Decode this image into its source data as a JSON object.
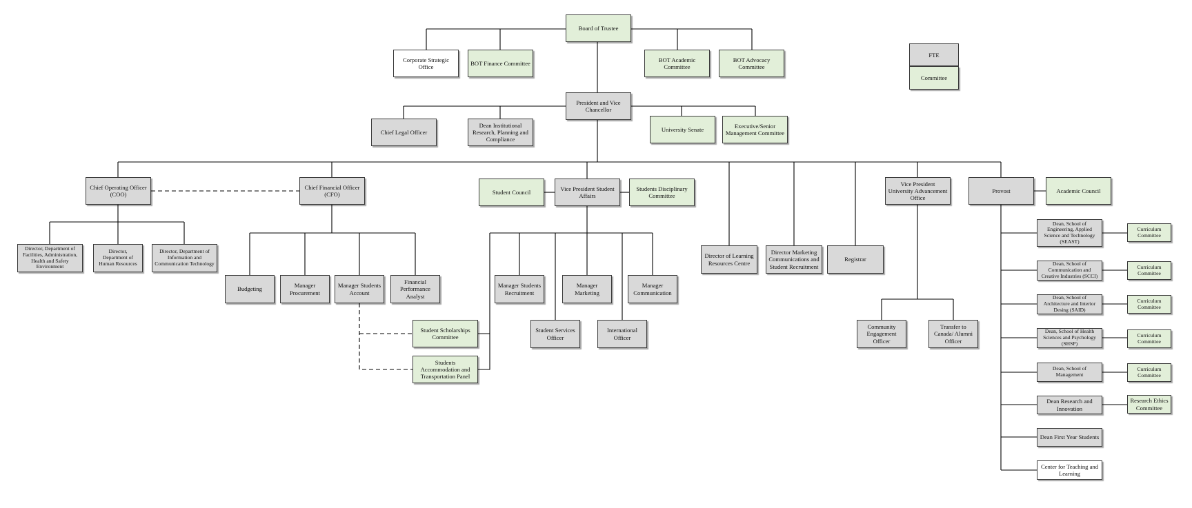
{
  "colors": {
    "gray": "#d9d9d9",
    "green": "#e2efd9",
    "white": "#ffffff",
    "line": "#000000"
  },
  "nodes": {
    "board": "Board of Trustee",
    "corporate_strategic_office": "Corporate Strategic Office",
    "bot_finance": "BOT Finance Committee",
    "bot_academic": "BOT Academic Committee",
    "bot_advocacy": "BOT Advocacy Committee",
    "president": "President and Vice Chancellor",
    "chief_legal": "Chief Legal Officer",
    "dean_institutional": "Dean Institutional Research, Planning and Compliance",
    "university_senate": "University Senate",
    "exec_senior": "Executive/Senior Management Committee",
    "coo": "Chief Operating Officer (COO)",
    "cfo": "Chief Financial Officer (CFO)",
    "student_council": "Student Council",
    "vp_student_affairs": "Vice President Student Affairs",
    "students_disciplinary": "Students Disciplinary Committee",
    "vp_advancement": "Vice President University Advancement Office",
    "provost": "Provost",
    "academic_council": "Academic Council",
    "dir_facilities": "Director, Department of Facilities, Administration, Health and Safety Environment",
    "dir_hr": "Director, Department of Human Resources",
    "dir_ict": "Director, Department of Information and Communication Technology",
    "budgeting": "Budgeting",
    "mgr_procurement": "Manager Procurement",
    "mgr_students_account": "Manager Students Account",
    "financial_analyst": "Financial Performance Analyst",
    "scholarships_committee": "Student Scholarships Committee",
    "accommodation_panel": "Students Accommodation and Transportation Panel",
    "mgr_recruitment": "Manager Students Recruitment",
    "mgr_marketing": "Manager Marketing",
    "mgr_communication": "Manager Communication",
    "student_services": "Student Services Officer",
    "international_officer": "International Officer",
    "dir_learning": "Director of Learning Resources Centre",
    "dir_marketing": "Director Marketing Communications and Student Recruitment",
    "registrar": "Registrar",
    "community_engagement": "Community Engagement Officer",
    "transfer_canada": "Transfer to Canada/ Alumni Officer",
    "dean_seast": "Dean, School of Engineering, Applied Science and Technology (SEAST)",
    "dean_scci": "Dean, School of Communication and Creative Industries (SCCI)",
    "dean_said": "Dean, School of Architecture and Interior Desing (SAID)",
    "dean_shsp": "Dean, School of Health Sciences and Psychology (SHSP)",
    "dean_management": "Dean, School of Management",
    "dean_research": "Dean Research and Innovation",
    "dean_first_year": "Dean First Year Students",
    "center_teaching": "Center for Teaching and Learning",
    "curriculum_1": "Curriculum Committee",
    "curriculum_2": "Curriculum Committee",
    "curriculum_3": "Curriculum Committee",
    "curriculum_4": "Curriculum Committee",
    "curriculum_5": "Curriculum Committee",
    "research_ethics": "Research Ethics Committee"
  },
  "legend": {
    "fte": "FTE",
    "committee": "Committee"
  }
}
